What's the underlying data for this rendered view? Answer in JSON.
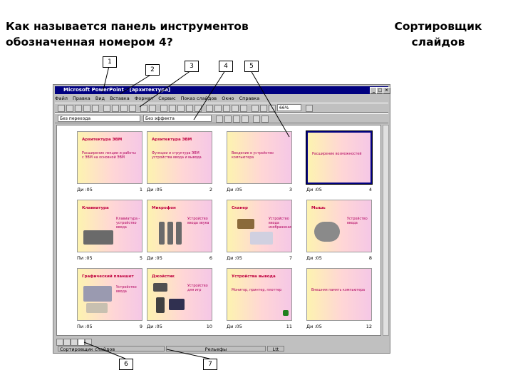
{
  "question": {
    "line1": "Как называется панель инструментов",
    "line2": "обозначенная номером 4?"
  },
  "answer": {
    "line1": "Сортировщик",
    "line2": "слайдов"
  },
  "callouts": [
    "1",
    "2",
    "3",
    "4",
    "5",
    "6",
    "7"
  ],
  "window": {
    "title": "Microsoft PowerPoint - [архитектура]",
    "min_label": "_",
    "max_label": "□",
    "close_label": "×",
    "menu": [
      "Файл",
      "Правка",
      "Вид",
      "Вставка",
      "Формат",
      "Сервис",
      "Показ слайдов",
      "Окно",
      "Справка"
    ],
    "zoom": "66%",
    "transition_combo": "Без перехода",
    "effect_combo": "Без эффекта",
    "status_view": "Сортировщик слайдов",
    "status_design": "Рельефы",
    "status_lang": "Ltt"
  },
  "slides": [
    {
      "num": "1",
      "caption": "Ди :05",
      "title": "Архитектура ЭВМ",
      "body": "Расширение лекции и работы с ЭВМ на основной ЭВМ"
    },
    {
      "num": "2",
      "caption": "Ди :05",
      "title": "Архитектура ЭВМ",
      "body": "Функции и структура ЭВМ устройства ввода и вывода"
    },
    {
      "num": "3",
      "caption": "Ди :05",
      "title": "",
      "body": "Введение в устройство компьютера"
    },
    {
      "num": "4",
      "caption": "Ди :05",
      "title": "",
      "body": "Расширение возможностей"
    },
    {
      "num": "5",
      "caption": "Пи :05",
      "title": "Клавиатура",
      "body": "Клавиатура - устройство ввода"
    },
    {
      "num": "6",
      "caption": "Ди :05",
      "title": "Микрофон",
      "body": "Устройство ввода звука"
    },
    {
      "num": "7",
      "caption": "Ди :05",
      "title": "Сканер",
      "body": "Устройство ввода изображения"
    },
    {
      "num": "8",
      "caption": "Ди :05",
      "title": "Мышь",
      "body": "Устройство ввода"
    },
    {
      "num": "9",
      "caption": "Пи :05",
      "title": "Графический планшет",
      "body": "Устройство ввода"
    },
    {
      "num": "10",
      "caption": "Ди :05",
      "title": "Джойстик",
      "body": "Устройство для игр"
    },
    {
      "num": "11",
      "caption": "Ди :05",
      "title": "Устройства вывода",
      "body": "Монитор, принтер, плоттер"
    },
    {
      "num": "12",
      "caption": "Ди :05",
      "title": "",
      "body": "Внешняя память компьютера"
    }
  ]
}
